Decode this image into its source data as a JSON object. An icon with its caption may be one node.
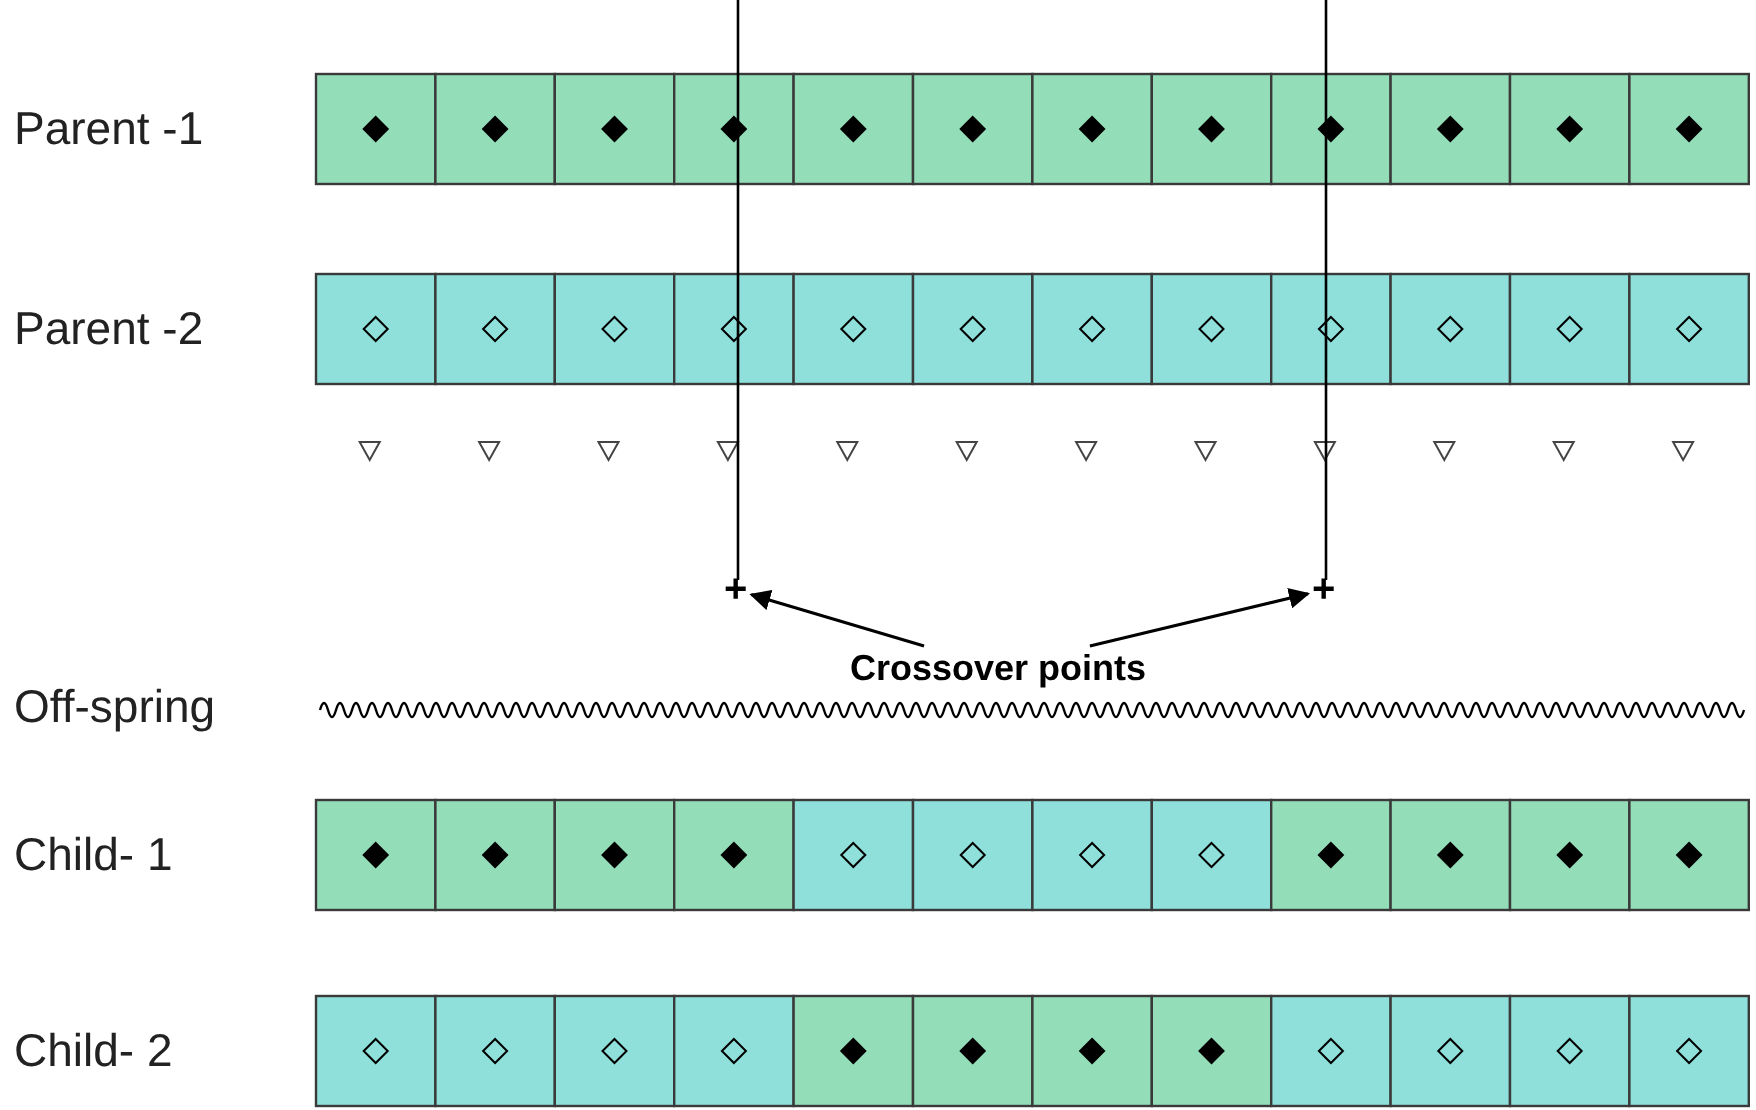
{
  "diagram": {
    "nodes": [
      {
        "text": [
          "Crossover points"
        ]
      },
      {
        "text": [
          "+"
        ]
      },
      {
        "text": [
          "+"
        ]
      }
    ],
    "edges": [
      {
        "from": 0,
        "to": 1,
        "arrow": "to"
      },
      {
        "from": 0,
        "to": 2,
        "arrow": "to"
      }
    ],
    "labels": [
      "Parent -1",
      "Parent -2",
      "Off-spring",
      "Child- 1",
      "Child- 2"
    ]
  }
}
